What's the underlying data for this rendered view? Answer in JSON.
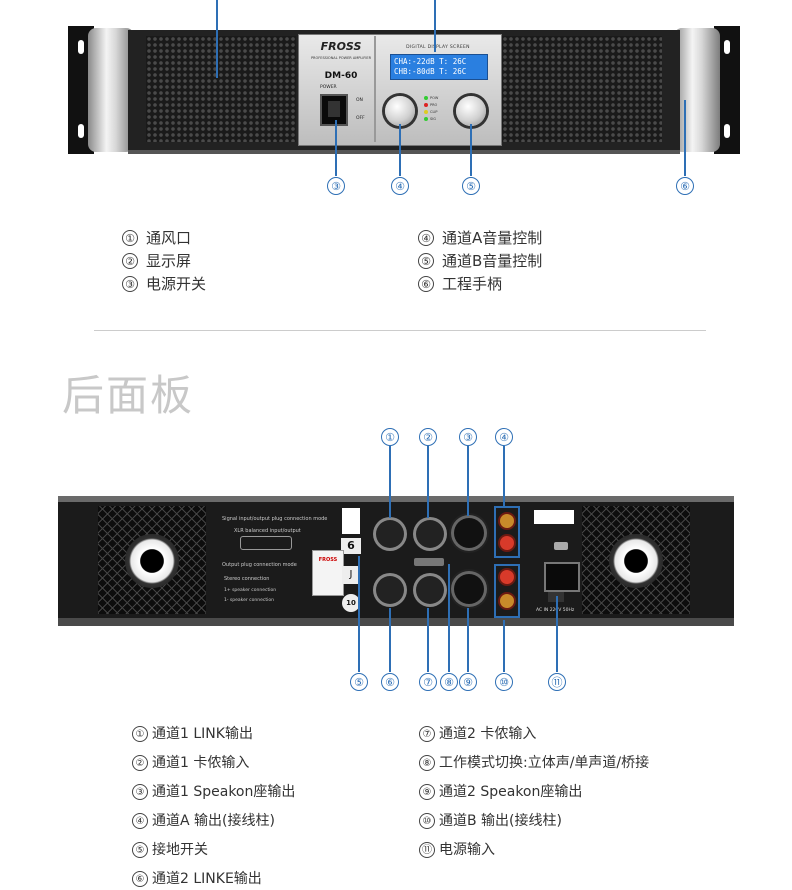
{
  "front_panel": {
    "brand": "FROSS",
    "subtitle": "PROFESSIONAL POWER AMPLIFIER",
    "model": "DM-60",
    "power_label": "POWER",
    "on_label": "ON",
    "off_label": "OFF",
    "display_header": "DIGITAL DISPLAY SCREEN",
    "lcd_line1": "CHA:-22dB T: 26C",
    "lcd_line2": "CHB:-80dB T: 26C",
    "indicators": [
      "POW",
      "PRO",
      "CLIP",
      "SIG"
    ],
    "callouts": [
      "③",
      "④",
      "⑤",
      "⑥"
    ]
  },
  "front_legend": [
    {
      "num": "①",
      "text": "通风口"
    },
    {
      "num": "②",
      "text": "显示屏"
    },
    {
      "num": "③",
      "text": "电源开关"
    },
    {
      "num": "④",
      "text": "通道A音量控制"
    },
    {
      "num": "⑤",
      "text": "通道B音量控制"
    },
    {
      "num": "⑥",
      "text": "工程手柄"
    }
  ],
  "rear_title": "后面板",
  "rear_panel": {
    "callouts_top": [
      "①",
      "②",
      "③",
      "④"
    ],
    "callouts_bottom": [
      "⑤",
      "⑥",
      "⑦",
      "⑧",
      "⑨",
      "⑩",
      "⑪"
    ],
    "info_lines": [
      "Signal input/output plug connection mode",
      "XLR balanced input/output",
      "Output plug connection mode",
      "Stereo connection",
      "1+ speaker connection",
      "1- speaker connection"
    ],
    "sticker_numbers": [
      "6",
      "10"
    ],
    "sticker_brand": "FROSS",
    "ac_label": "AC IN 220V 50Hz"
  },
  "rear_legend": [
    {
      "num": "①",
      "text": "通道1 LINK输出"
    },
    {
      "num": "②",
      "text": "通道1 卡侬输入"
    },
    {
      "num": "③",
      "text": "通道1 Speakon座输出"
    },
    {
      "num": "④",
      "text": "通道A 输出(接线柱)"
    },
    {
      "num": "⑤",
      "text": "接地开关"
    },
    {
      "num": "⑥",
      "text": "通道2 LINKE输出"
    },
    {
      "num": "⑦",
      "text": "通道2 卡侬输入"
    },
    {
      "num": "⑧",
      "text": "工作模式切换:立体声/单声道/桥接"
    },
    {
      "num": "⑨",
      "text": "通道2 Speakon座输出"
    },
    {
      "num": "⑩",
      "text": "通道B 输出(接线柱)"
    },
    {
      "num": "⑪",
      "text": "电源输入"
    }
  ]
}
